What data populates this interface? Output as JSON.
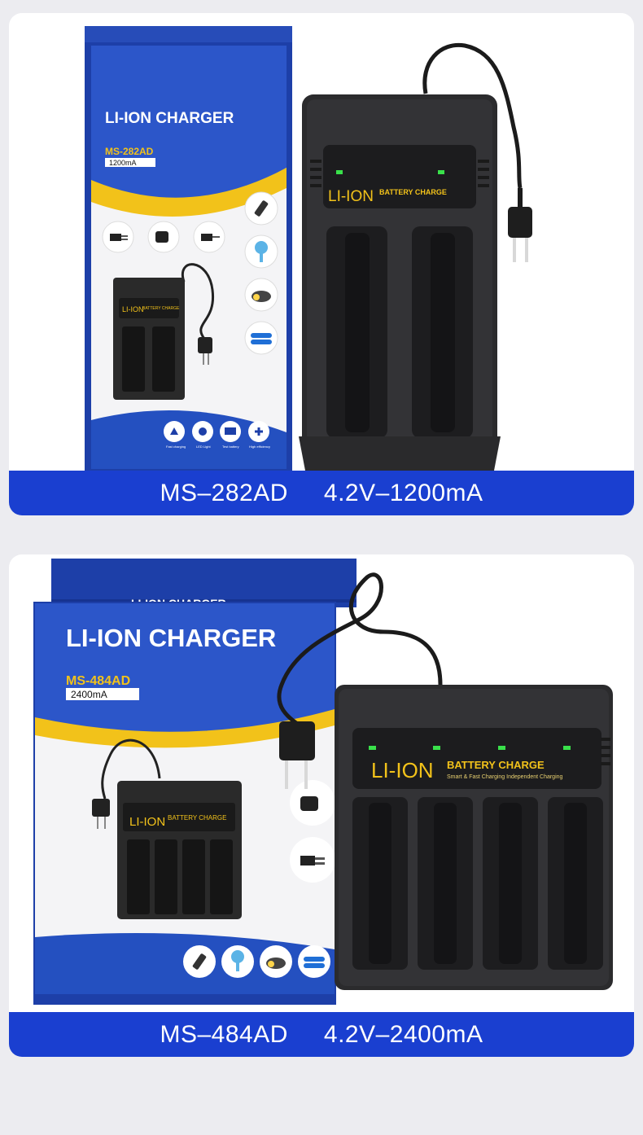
{
  "products": [
    {
      "box_title": "LI-ION CHARGER",
      "model_badge": "MS-282AD",
      "capacity_badge": "1200mA",
      "panel_brand": "LI-ION",
      "panel_text": "BATTERY CHARGE",
      "panel_subtext": "",
      "mini_panel_brand": "LI-ION",
      "mini_panel_text": "BATTERY CHARGE",
      "feature_labels": [
        "Fast charging",
        "LED Light",
        "Test battery",
        "High efficiency"
      ],
      "band_model": "MS–282AD",
      "band_spec": "4.2V–1200mA"
    },
    {
      "box_title": "LI-ION CHARGER",
      "box_title_partial": "LI-ION CHARGER",
      "model_badge": "MS-484AD",
      "capacity_badge": "2400mA",
      "panel_brand": "LI-ION",
      "panel_text": "BATTERY CHARGE",
      "panel_subtext": "Smart & Fast Charging Independent Charging",
      "mini_panel_brand": "LI-ION",
      "mini_panel_text": "BATTERY CHARGE",
      "band_model": "MS–484AD",
      "band_spec": "4.2V–2400mA"
    }
  ],
  "colors": {
    "band": "#1a3fd0",
    "box_blue": "#1d3fa8",
    "accent_yellow": "#f2c21a",
    "led_green": "#39e04a"
  }
}
